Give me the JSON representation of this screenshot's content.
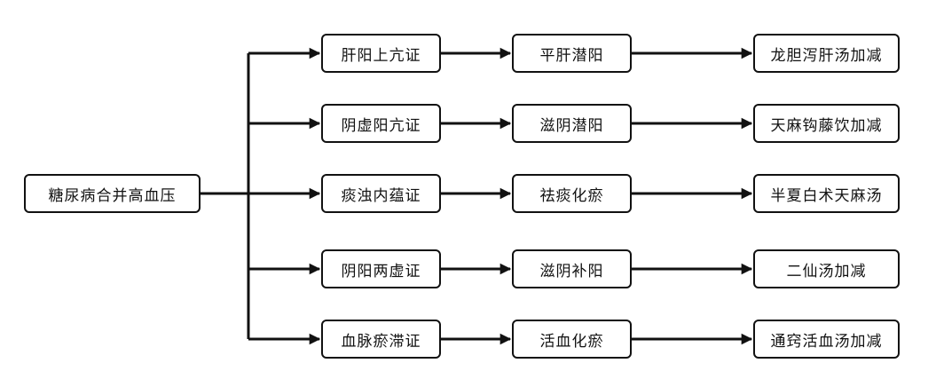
{
  "root": {
    "label": "糖尿病合并高血压"
  },
  "rows": [
    {
      "syndrome": "肝阳上亢证",
      "method": "平肝潜阳",
      "formula": "龙胆泻肝汤加减"
    },
    {
      "syndrome": "阴虚阳亢证",
      "method": "滋阴潜阳",
      "formula": "天麻钩藤饮加减"
    },
    {
      "syndrome": "痰浊内蕴证",
      "method": "祛痰化瘀",
      "formula": "半夏白术天麻汤"
    },
    {
      "syndrome": "阴阳两虚证",
      "method": "滋阴补阳",
      "formula": "二仙汤加减"
    },
    {
      "syndrome": "血脉瘀滞证",
      "method": "活血化瘀",
      "formula": "通窍活血汤加减"
    }
  ],
  "colors": {
    "line": "#111111",
    "box_border": "#111111",
    "text": "#111111",
    "background": "#ffffff"
  }
}
